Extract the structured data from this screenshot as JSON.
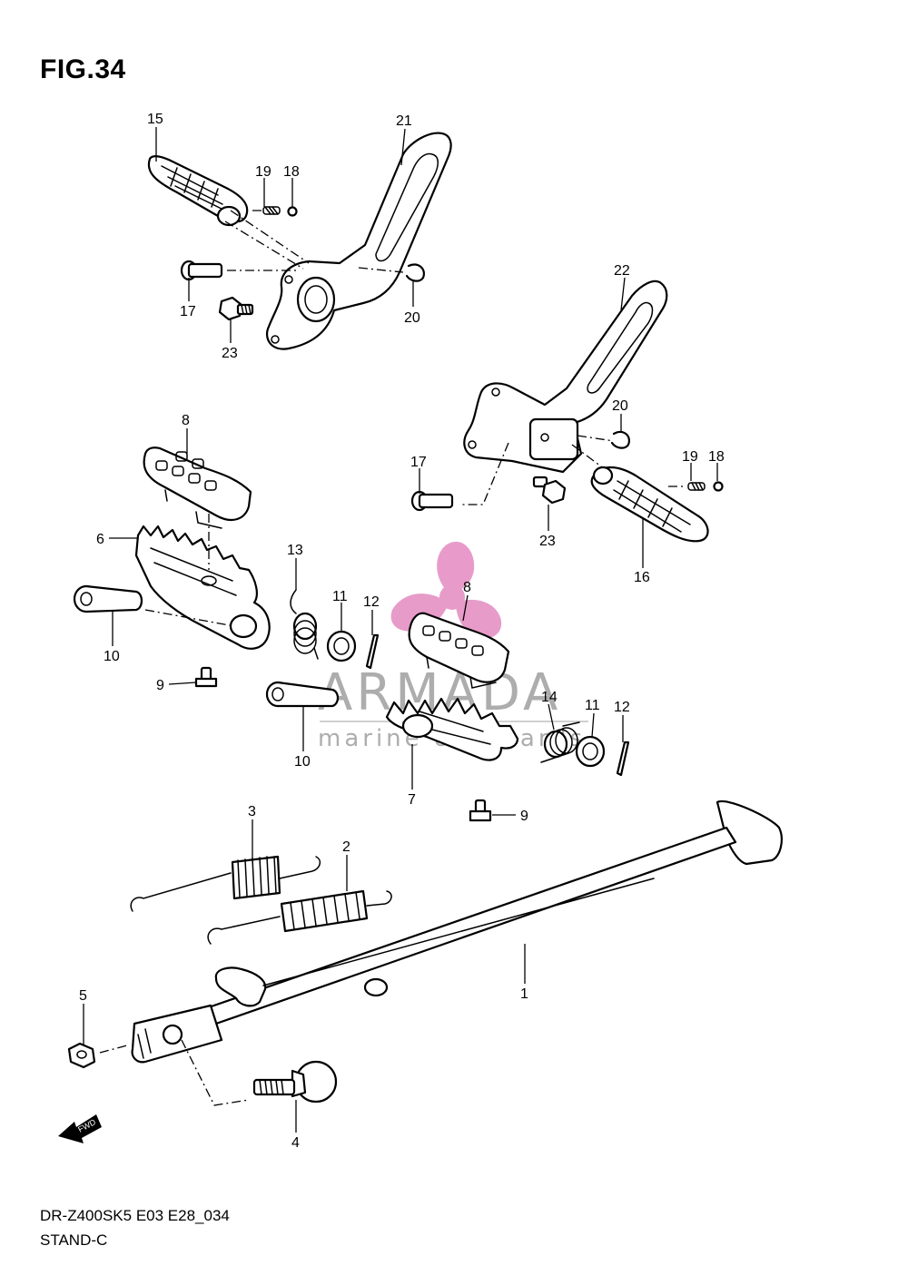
{
  "figure": {
    "title": "FIG.34"
  },
  "footer": {
    "model": "DR-Z400SK5 E03 E28_034",
    "section": "STAND-C"
  },
  "watermark": {
    "brand": "ARMADA",
    "tagline": "marine outboards",
    "logo_color": "#e07ab8"
  },
  "fwd_arrow": {
    "text": "FWD"
  },
  "callouts": [
    {
      "id": "c15",
      "num": "15"
    },
    {
      "id": "c21",
      "num": "21"
    },
    {
      "id": "c19a",
      "num": "19"
    },
    {
      "id": "c18a",
      "num": "18"
    },
    {
      "id": "c17a",
      "num": "17"
    },
    {
      "id": "c20a",
      "num": "20"
    },
    {
      "id": "c23a",
      "num": "23"
    },
    {
      "id": "c22",
      "num": "22"
    },
    {
      "id": "c20b",
      "num": "20"
    },
    {
      "id": "c19b",
      "num": "19"
    },
    {
      "id": "c18b",
      "num": "18"
    },
    {
      "id": "c17b",
      "num": "17"
    },
    {
      "id": "c23b",
      "num": "23"
    },
    {
      "id": "c16",
      "num": "16"
    },
    {
      "id": "c8a",
      "num": "8"
    },
    {
      "id": "c6",
      "num": "6"
    },
    {
      "id": "c10a",
      "num": "10"
    },
    {
      "id": "c9a",
      "num": "9"
    },
    {
      "id": "c13",
      "num": "13"
    },
    {
      "id": "c11a",
      "num": "11"
    },
    {
      "id": "c12a",
      "num": "12"
    },
    {
      "id": "c8b",
      "num": "8"
    },
    {
      "id": "c14",
      "num": "14"
    },
    {
      "id": "c11b",
      "num": "11"
    },
    {
      "id": "c12b",
      "num": "12"
    },
    {
      "id": "c10b",
      "num": "10"
    },
    {
      "id": "c7",
      "num": "7"
    },
    {
      "id": "c9b",
      "num": "9"
    },
    {
      "id": "c3",
      "num": "3"
    },
    {
      "id": "c2",
      "num": "2"
    },
    {
      "id": "c1",
      "num": "1"
    },
    {
      "id": "c5",
      "num": "5"
    },
    {
      "id": "c4",
      "num": "4"
    }
  ]
}
